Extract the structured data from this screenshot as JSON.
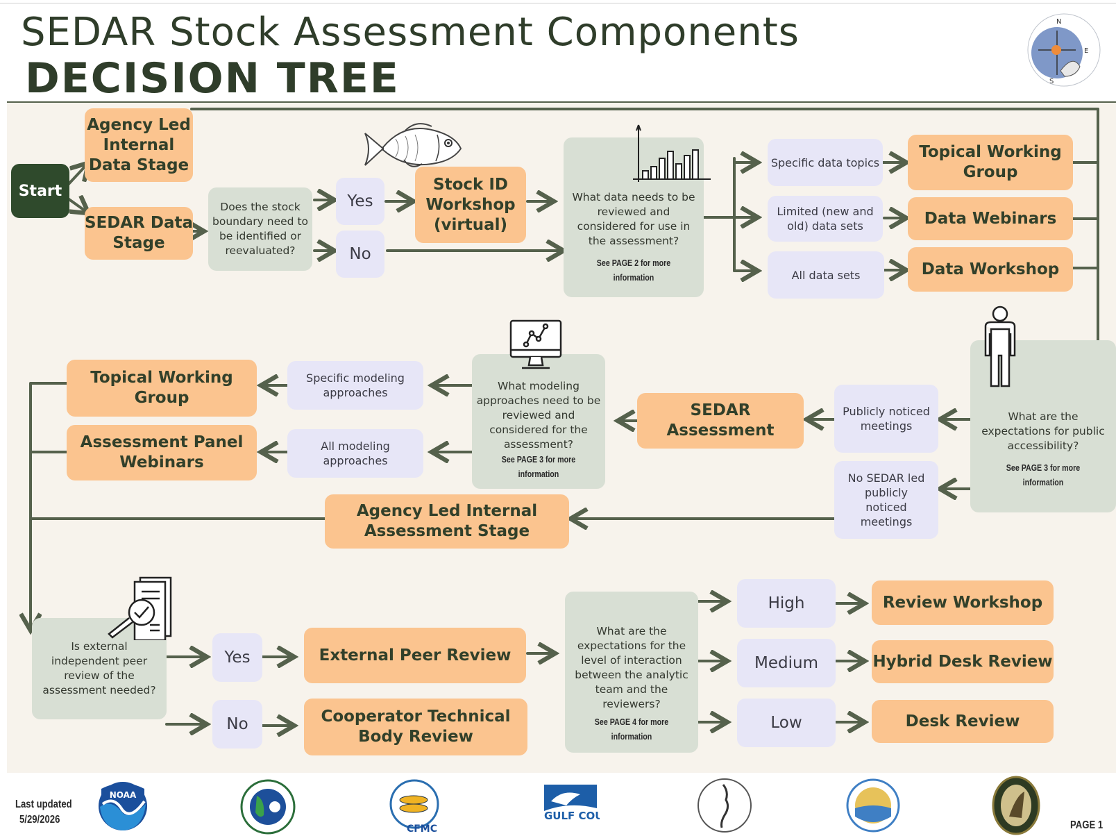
{
  "header": {
    "title_line1": "SEDAR Stock Assessment Components",
    "title_line2": "DECISION TREE"
  },
  "colors": {
    "accent_dark_green": "#2f4a2c",
    "arrow_green": "#55614c",
    "orange_box": "#fbc48f",
    "lavender_box": "#e7e6f7",
    "question_box": "#d8dfd4"
  },
  "nodes": {
    "start": "Start",
    "agency_data": "Agency Led Internal Data Stage",
    "sedar_data": "SEDAR Data Stage",
    "q_boundary": "Does the stock boundary need to be identified or reevaluated?",
    "yes1": "Yes",
    "no1": "No",
    "stock_id": "Stock ID Workshop (virtual)",
    "q_data": "What data needs to be reviewed and considered for use in the assessment?",
    "q_data_see": "See PAGE 2 for more information",
    "specific_data": "Specific data topics",
    "limited_data": "Limited (new and old) data sets",
    "all_data": "All data sets",
    "topical_wg1": "Topical Working Group",
    "data_webinars": "Data Webinars",
    "data_workshop": "Data Workshop",
    "q_public": "What are the expectations for public accessibility?",
    "q_public_see": "See PAGE 3 for more information",
    "public_meet": "Publicly noticed meetings",
    "no_sedar_meet": "No SEDAR led publicly noticed meetings",
    "sedar_assess": "SEDAR Assessment",
    "agency_assess": "Agency Led Internal Assessment Stage",
    "q_model": "What modeling approaches need to be reviewed and considered for the assessment?",
    "q_model_see": "See PAGE 3 for more information",
    "specific_model": "Specific modeling approaches",
    "all_model": "All modeling approaches",
    "topical_wg2": "Topical Working Group",
    "panel_webinars": "Assessment Panel Webinars",
    "q_peer": "Is external independent peer review of the assessment needed?",
    "yes2": "Yes",
    "no2": "No",
    "ext_review": "External Peer Review",
    "coop_review": "Cooperator Technical Body Review",
    "q_interact": "What are the expectations for the level of interaction between the analytic team and the reviewers?",
    "q_interact_see": "See PAGE 4 for more information",
    "high": "High",
    "medium": "Medium",
    "low": "Low",
    "review_workshop": "Review Workshop",
    "hybrid_review": "Hybrid Desk Review",
    "desk_review": "Desk Review"
  },
  "icons": [
    "fish-icon",
    "bar-chart-icon",
    "person-icon",
    "monitor-chart-icon",
    "document-magnifier-icon",
    "sedar-compass-logo"
  ],
  "logos": {
    "sedar_compass_letters": [
      "N",
      "E",
      "S"
    ],
    "noaa": "NOAA",
    "cfmc": "CFMC",
    "gulf_council": "GULF COUNCIL",
    "marks": [
      "noaa-logo",
      "south-atlantic-council-logo",
      "caribbean-council-logo",
      "gulf-council-logo",
      "atlantic-states-commission-logo",
      "gulf-states-commission-logo",
      "florida-fwc-logo"
    ]
  },
  "footer": {
    "updated_label": "Last updated",
    "updated_date": "5/29/2026",
    "page_label": "PAGE 1"
  }
}
